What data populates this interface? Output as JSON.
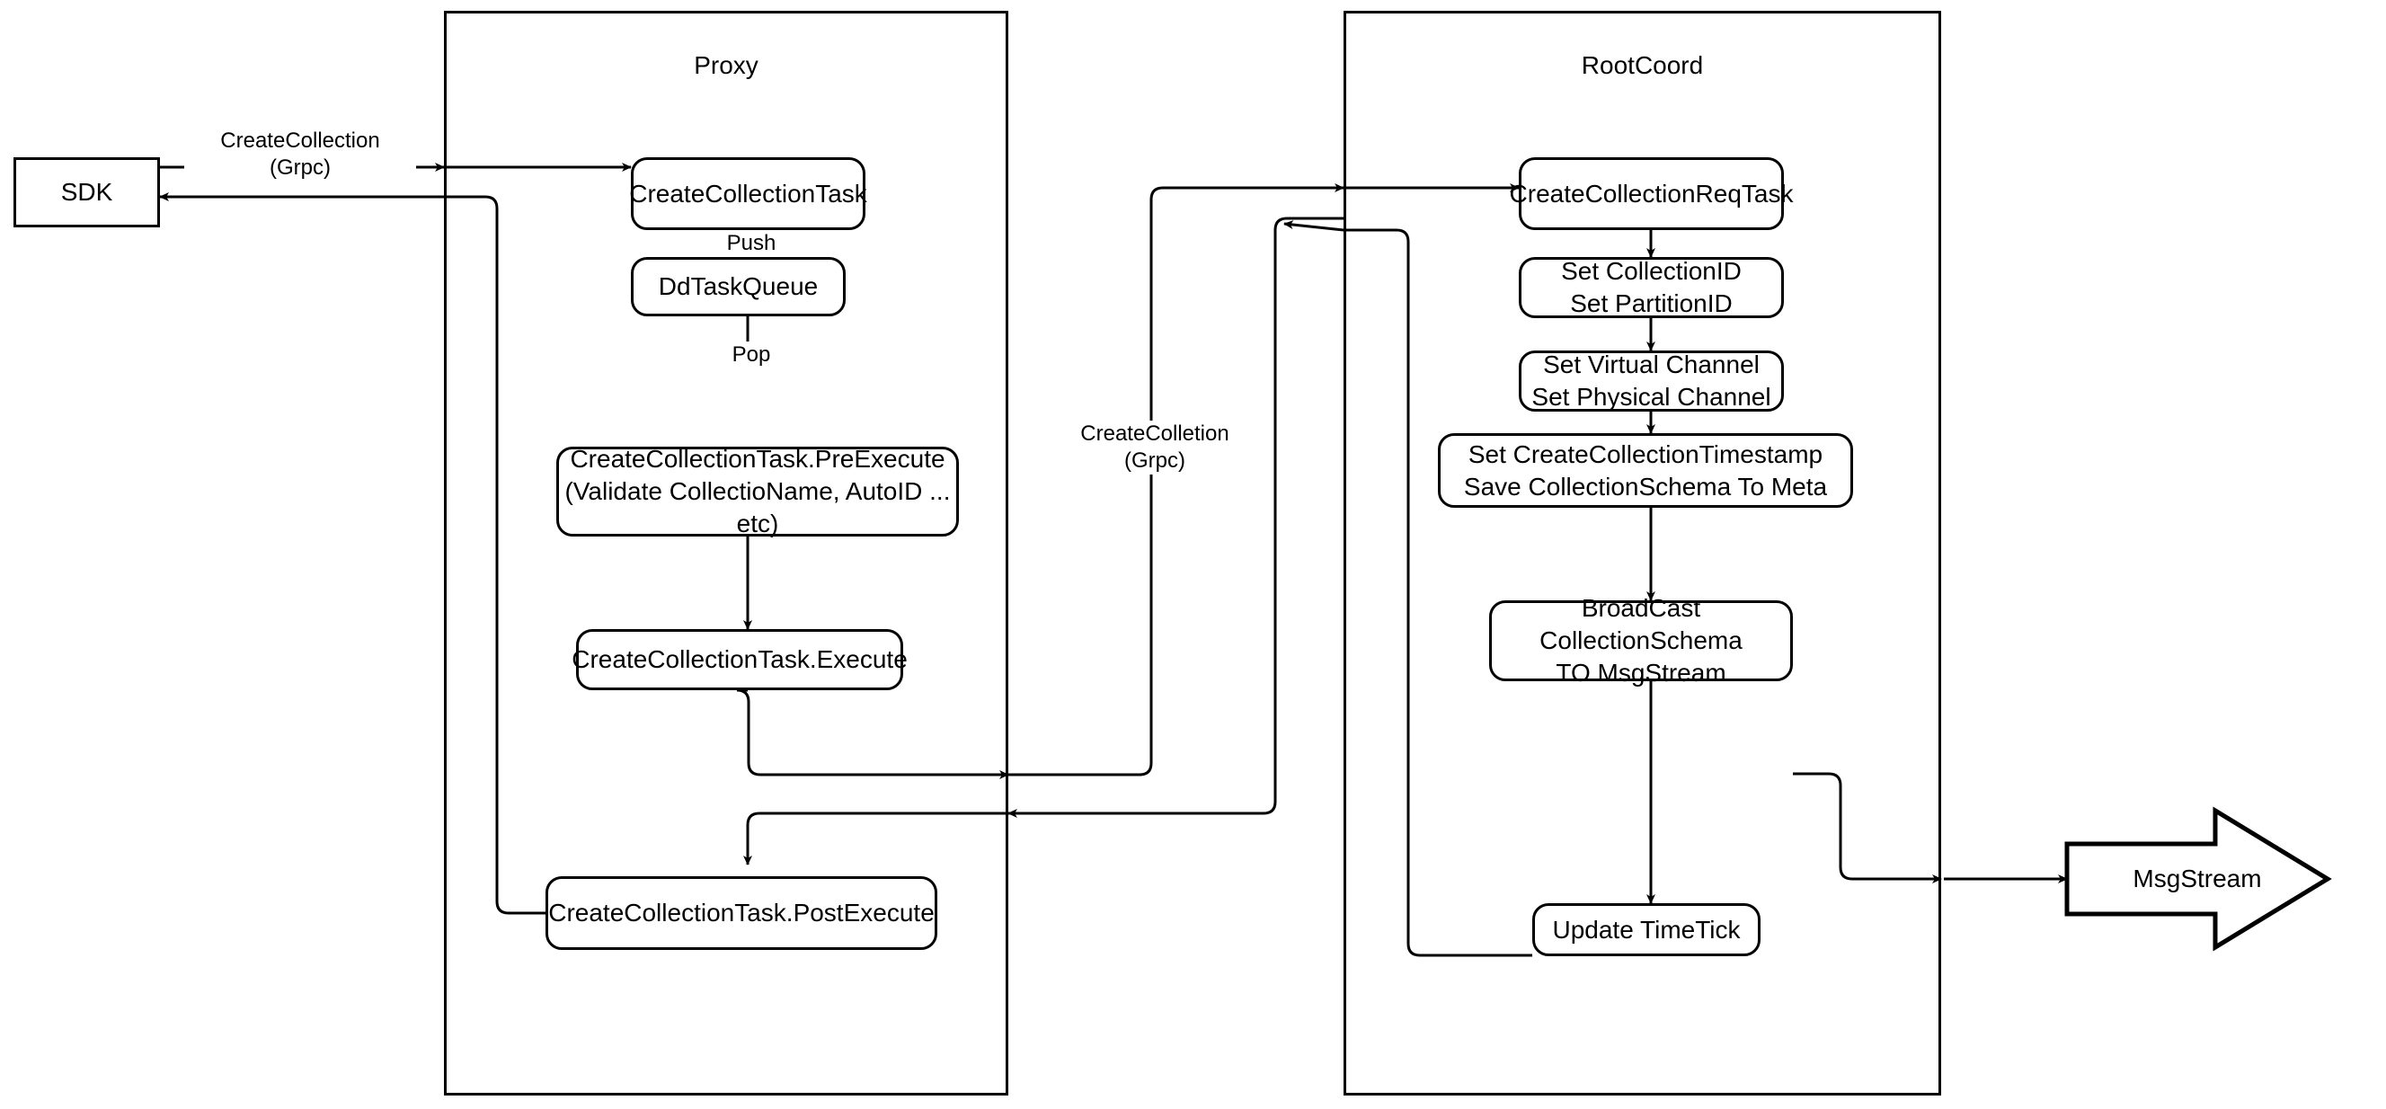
{
  "diagram": {
    "title_hidden": "",
    "containers": [
      {
        "id": "proxy",
        "label": "Proxy"
      },
      {
        "id": "rootcoord",
        "label": "RootCoord"
      }
    ],
    "nodes": {
      "sdk": {
        "label": "SDK"
      },
      "create_task": {
        "label": "CreateCollectionTask"
      },
      "dd_task_queue": {
        "label": "DdTaskQueue"
      },
      "pre_execute": {
        "label": "CreateCollectionTask.PreExecute\n(Validate CollectioName, AutoID ... etc)"
      },
      "execute": {
        "label": "CreateCollectionTask.Execute"
      },
      "post_execute": {
        "label": "CreateCollectionTask.PostExecute"
      },
      "req_task": {
        "label": "CreateCollectionReqTask"
      },
      "set_ids": {
        "label": "Set CollectionID\nSet PartitionID"
      },
      "set_channels": {
        "label": "Set Virtual Channel\nSet Physical Channel"
      },
      "set_timestamp": {
        "label": "Set CreateCollectionTimestamp\nSave CollectionSchema To Meta"
      },
      "broadcast": {
        "label": "BroadCast CollectionSchema\nTO MsgStream"
      },
      "update_timetick": {
        "label": "Update TimeTick"
      },
      "msgstream": {
        "label": "MsgStream"
      }
    },
    "edge_labels": {
      "sdk_to_proxy": "CreateCollection\n(Grpc)",
      "push": "Push",
      "pop": "Pop",
      "proxy_to_rootcoord": "CreateColletion\n(Grpc)"
    },
    "colors": {
      "stroke": "#000000",
      "fill": "#ffffff",
      "text": "#000000"
    }
  }
}
